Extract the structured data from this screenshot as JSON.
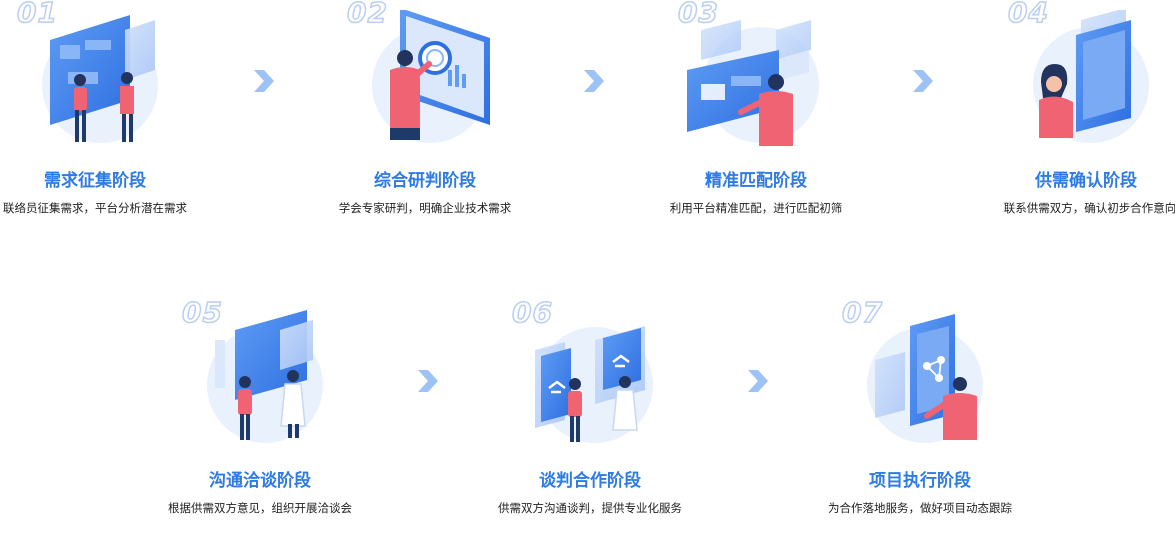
{
  "colors": {
    "accent": "#2e7be6",
    "number_outline": "#b9cef2",
    "arrow": "#9dc2f5",
    "person_red": "#f06372",
    "circle_bg": "#e9f1fd"
  },
  "stages": [
    {
      "number": "01",
      "title": "需求征集阶段",
      "desc": "联络员征集需求，平台分析潜在需求",
      "icon": "meeting-illustration-icon"
    },
    {
      "number": "02",
      "title": "综合研判阶段",
      "desc": "学会专家研判，明确企业技术需求",
      "icon": "magnifier-analysis-illustration-icon"
    },
    {
      "number": "03",
      "title": "精准匹配阶段",
      "desc": "利用平台精准匹配，进行匹配初筛",
      "icon": "matching-screen-illustration-icon"
    },
    {
      "number": "04",
      "title": "供需确认阶段",
      "desc": "联系供需双方，确认初步合作意向",
      "icon": "confirm-document-illustration-icon"
    },
    {
      "number": "05",
      "title": "沟通洽谈阶段",
      "desc": "根据供需双方意见，组织开展洽谈会",
      "icon": "negotiation-illustration-icon"
    },
    {
      "number": "06",
      "title": "谈判合作阶段",
      "desc": "供需双方沟通谈判，提供专业化服务",
      "icon": "handshake-cooperation-illustration-icon"
    },
    {
      "number": "07",
      "title": "项目执行阶段",
      "desc": "为合作落地服务，做好项目动态跟踪",
      "icon": "project-network-illustration-icon"
    }
  ]
}
